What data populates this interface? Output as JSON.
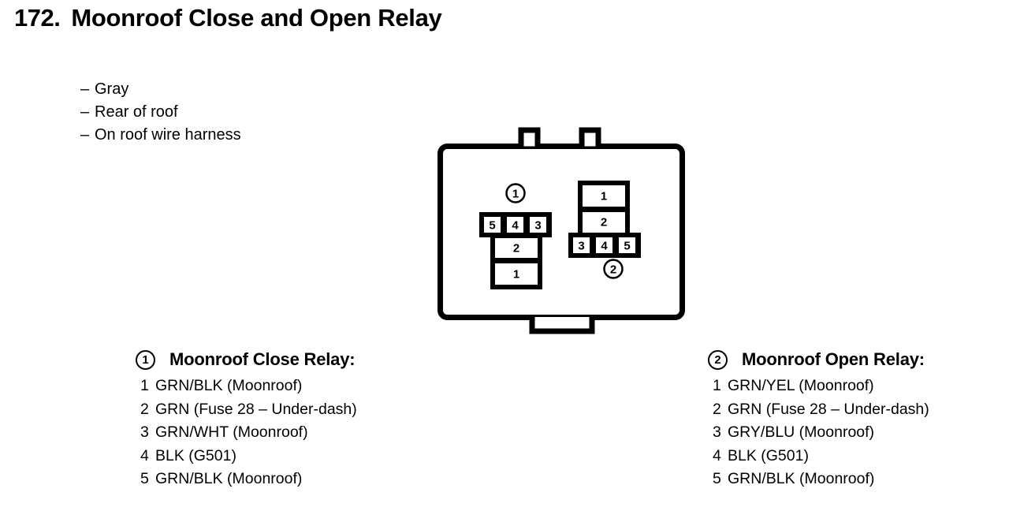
{
  "heading": {
    "number": "172.",
    "title": "Moonroof Close and Open Relay"
  },
  "attributes": [
    {
      "dash": "–",
      "text": "Gray"
    },
    {
      "dash": "–",
      "text": "Rear of roof"
    },
    {
      "dash": "–",
      "text": "On roof wire harness"
    }
  ],
  "connector": {
    "callout_1": "1",
    "callout_2": "2",
    "relay_1_pins": {
      "top_row": [
        "5",
        "4",
        "3"
      ],
      "stack": [
        "2",
        "1"
      ]
    },
    "relay_2_pins": {
      "stack": [
        "1",
        "2"
      ],
      "bottom_row": [
        "3",
        "4",
        "5"
      ]
    }
  },
  "legends": [
    {
      "marker": "1",
      "title": "Moonroof Close Relay:",
      "pins": [
        {
          "idx": "1",
          "desc": "GRN/BLK (Moonroof)"
        },
        {
          "idx": "2",
          "desc": "GRN (Fuse 28 – Under-dash)"
        },
        {
          "idx": "3",
          "desc": "GRN/WHT (Moonroof)"
        },
        {
          "idx": "4",
          "desc": "BLK (G501)"
        },
        {
          "idx": "5",
          "desc": "GRN/BLK (Moonroof)"
        }
      ]
    },
    {
      "marker": "2",
      "title": "Moonroof Open Relay:",
      "pins": [
        {
          "idx": "1",
          "desc": "GRN/YEL (Moonroof)"
        },
        {
          "idx": "2",
          "desc": "GRN (Fuse 28 – Under-dash)"
        },
        {
          "idx": "3",
          "desc": "GRY/BLU (Moonroof)"
        },
        {
          "idx": "4",
          "desc": "BLK (G501)"
        },
        {
          "idx": "5",
          "desc": "GRN/BLK (Moonroof)"
        }
      ]
    }
  ],
  "colors": {
    "ink": "#000000",
    "page": "#ffffff"
  }
}
